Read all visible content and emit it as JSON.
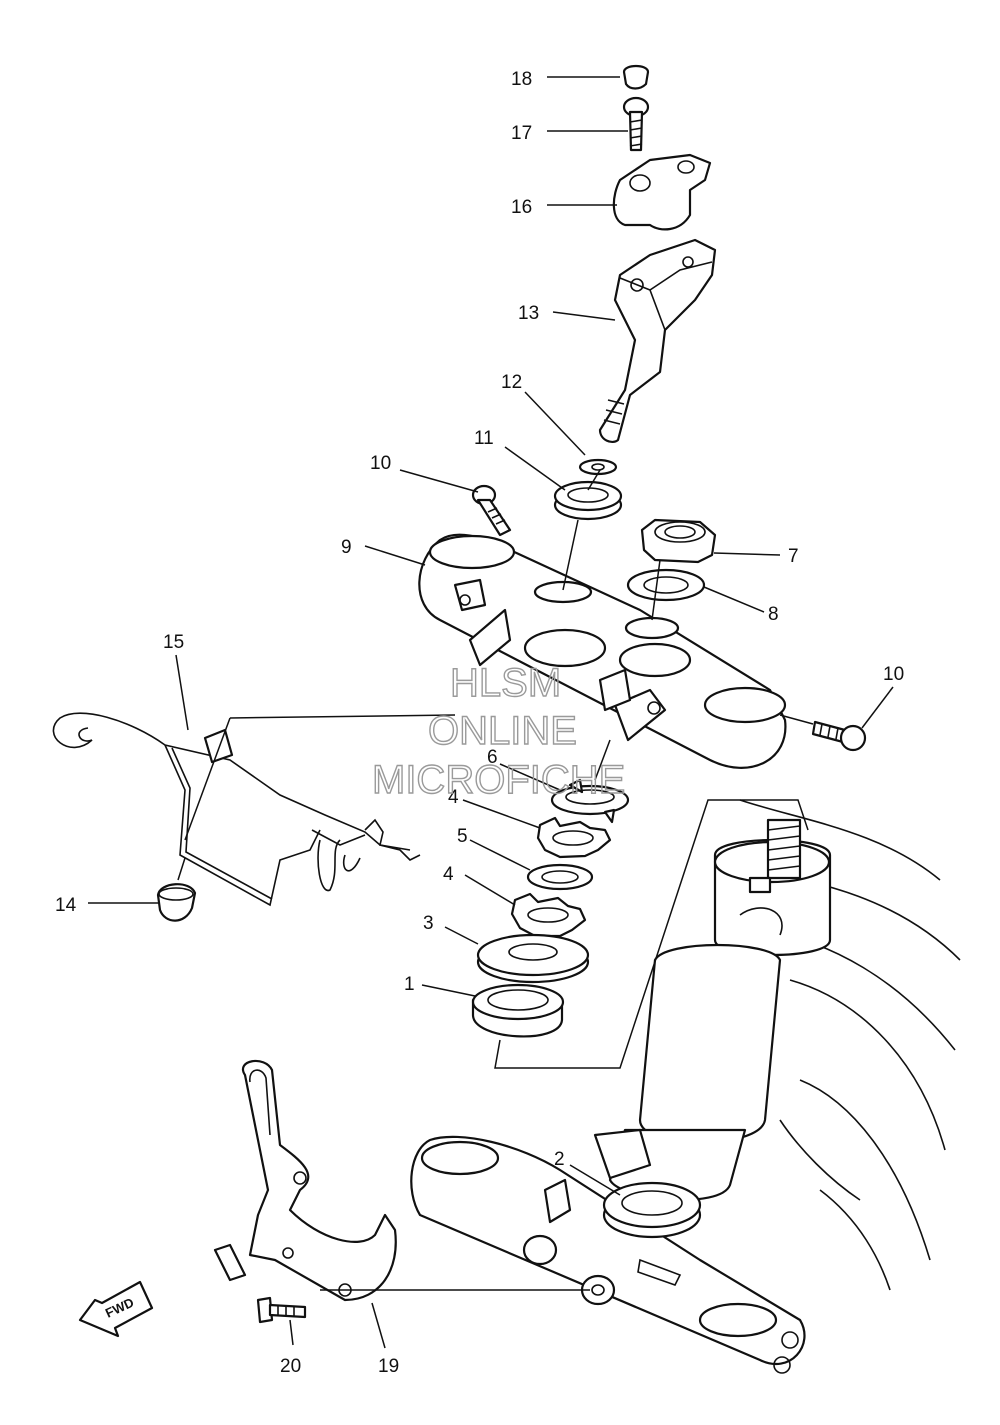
{
  "labels": {
    "p1": "1",
    "p2": "2",
    "p3": "3",
    "p4a": "4",
    "p4b": "4",
    "p5": "5",
    "p6": "6",
    "p7": "7",
    "p8": "8",
    "p9": "9",
    "p10a": "10",
    "p10b": "10",
    "p11": "11",
    "p12": "12",
    "p13": "13",
    "p14": "14",
    "p15": "15",
    "p16": "16",
    "p17": "17",
    "p18": "18",
    "p19": "19",
    "p20": "20"
  },
  "watermark": {
    "line1": "HLSM",
    "line2": "ONLINE",
    "line3": "MICROFICHE"
  },
  "fwd_label": "FWD"
}
